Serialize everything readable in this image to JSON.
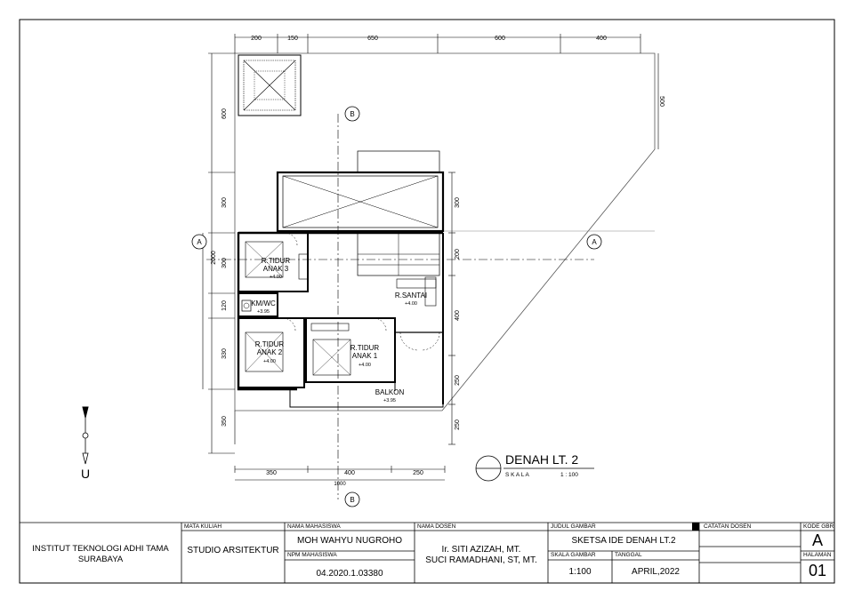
{
  "plan": {
    "title": "DENAH LT. 2",
    "scale_word": "S K A L A",
    "scale_value": "1 : 100",
    "north": "U",
    "section_a": "A",
    "section_b": "B",
    "dims_top": [
      "200",
      "150",
      "650",
      "600",
      "400"
    ],
    "dims_left": [
      "600",
      "300",
      "300",
      "120",
      "330",
      "350"
    ],
    "dim_left_total": "2000",
    "dims_inner_right": [
      "300",
      "200",
      "400",
      "250",
      "250"
    ],
    "dim_right_diag": "500",
    "dims_bottom": [
      "350",
      "400",
      "250"
    ],
    "dim_bottom_total": "1000",
    "rooms": [
      {
        "name": "R.TIDUR\nANAK 3",
        "level": "+4.00"
      },
      {
        "name": "KM/WC",
        "level": "+3.95"
      },
      {
        "name": "R.TIDUR\nANAK 2",
        "level": "+4.00"
      },
      {
        "name": "R.TIDUR\nANAK 1",
        "level": "+4.00"
      },
      {
        "name": "R.SANTAI",
        "level": "+4.00"
      },
      {
        "name": "BALKON",
        "level": "+3.95"
      }
    ]
  },
  "titleblock": {
    "institution": "INSTITUT TEKNOLOGI ADHI TAMA SURABAYA",
    "mata_kuliah_label": "MATA KULIAH",
    "mata_kuliah": "STUDIO ARSITEKTUR",
    "nama_mhs_label": "NAMA MAHASISWA",
    "nama_mhs": "MOH WAHYU NUGROHO",
    "npm_label": "NPM MAHASISWA",
    "npm": "04.2020.1.03380",
    "dosen_label": "NAMA DOSEN",
    "dosen_1": "Ir. SITI AZIZAH, MT.",
    "dosen_2": "SUCI RAMADHANI, ST, MT.",
    "judul_label": "JUDUL GAMBAR",
    "judul": "SKETSA IDE DENAH LT.2",
    "skala_label": "SKALA GAMBAR",
    "skala": "1:100",
    "tanggal_label": "TANGGAL",
    "tanggal": "APRIL,2022",
    "catatan_label": "CATATAN DOSEN",
    "kode_label": "KODE GBR",
    "kode": "A",
    "halaman_label": "HALAMAN",
    "halaman": "01"
  }
}
